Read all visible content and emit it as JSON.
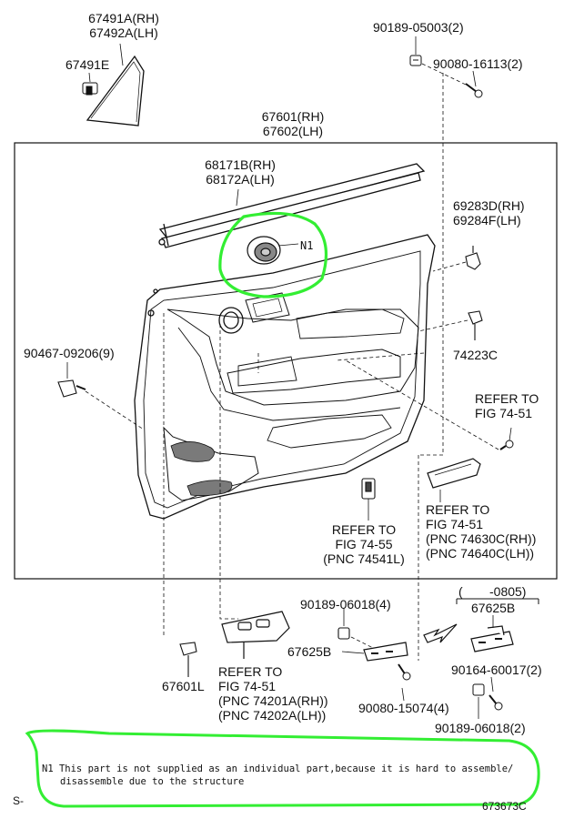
{
  "labels": {
    "p67491a": "67491A(RH)",
    "p67492a": "67492A(LH)",
    "p67491e": "67491E",
    "p90189_05003": "90189-05003(2)",
    "p90080_16113": "90080-16113(2)",
    "p67601": "67601(RH)",
    "p67602": "67602(LH)",
    "p68171b": "68171B(RH)",
    "p68172a": "68172A(LH)",
    "p69283d": "69283D(RH)",
    "p69284f": "69284F(LH)",
    "n1": "N1",
    "p74223c": "74223C",
    "p90467": "90467-09206(9)",
    "ref1_a": "REFER TO",
    "ref1_b": "FIG 74-51",
    "ref2_a": "REFER TO",
    "ref2_b": "FIG 74-55",
    "ref2_c": "(PNC 74541L)",
    "ref3_a": "REFER TO",
    "ref3_b": "FIG 74-51",
    "ref3_c": "(PNC 74630C(RH))",
    "ref3_d": "(PNC 74640C(LH))",
    "p90189_06018_4": "90189-06018(4)",
    "range_open": "(",
    "range_close": "-0805)",
    "p67625b_top": "67625B",
    "p67625b_mid": "67625B",
    "p67601l": "67601L",
    "ref4_a": "REFER TO",
    "ref4_b": "FIG 74-51",
    "ref4_c": "(PNC 74201A(RH))",
    "ref4_d": "(PNC 74202A(LH))",
    "p90164": "90164-60017(2)",
    "p90080_15074": "90080-15074(4)",
    "p90189_06018_2": "90189-06018(2)",
    "note_line1": "N1 This part is not supplied as an individual part,because it is hard to assemble/",
    "note_line2": "disassemble due to the structure",
    "corner_left": "S-",
    "corner_right": "673673C"
  },
  "colors": {
    "highlight": "#33ee33",
    "ink": "#111111",
    "fabric": "#6a6a6a"
  }
}
